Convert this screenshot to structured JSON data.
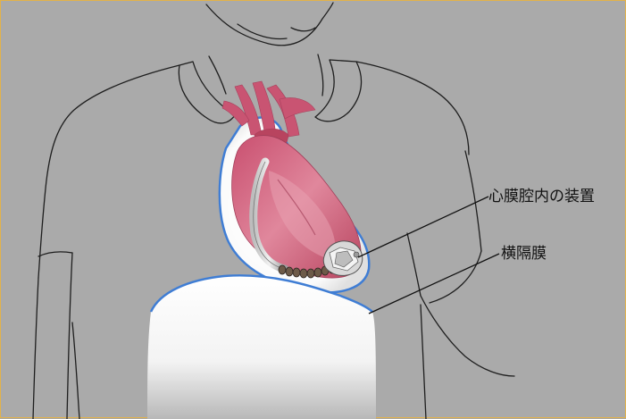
{
  "labels": {
    "device": "心膜腔内の装置",
    "diaphragm": "横隔膜"
  },
  "colors": {
    "background": "#aaaaaa",
    "frame_border": "#e2b24a",
    "outline": "#1e1e1e",
    "heart": "#cc5a78",
    "lung_halo": "#ffffff",
    "pericardium_outline": "#3f7dd4",
    "abdomen_fill": "#f6f6f6"
  },
  "icons": {
    "heart": "heart-illustration",
    "device": "leadless-pacemaker-device",
    "body": "torso-outline"
  }
}
